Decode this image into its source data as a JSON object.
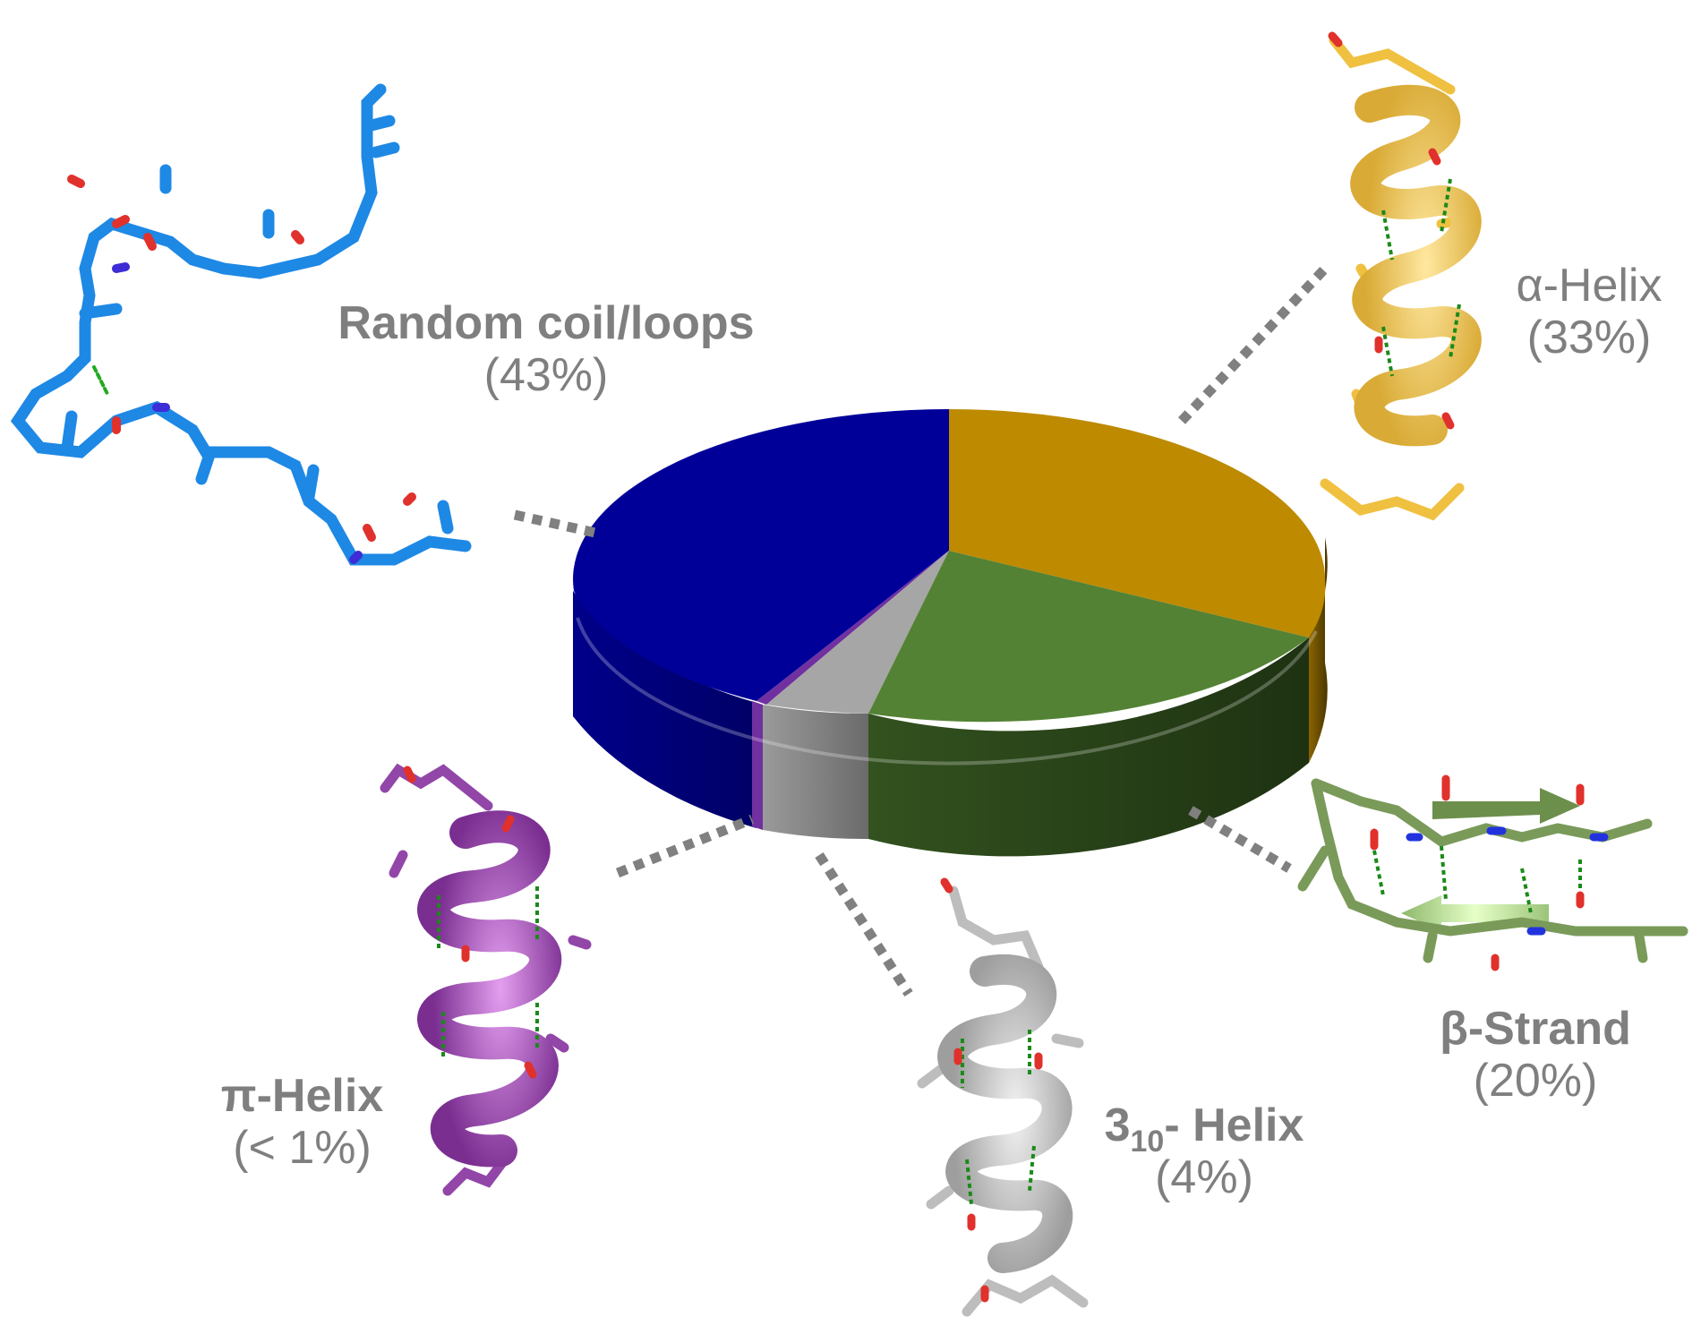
{
  "chart_data": {
    "type": "pie",
    "style": "3d",
    "title": "",
    "categories": [
      "Random coil/loops",
      "α-Helix",
      "β-Strand",
      "3₁₀-Helix",
      "π-Helix"
    ],
    "values": [
      43,
      33,
      20,
      4,
      0.5
    ],
    "value_labels": [
      "(43%)",
      "(33%)",
      "(20%)",
      "(4%)",
      "(< 1%)"
    ],
    "colors": [
      "#000099",
      "#bd8a00",
      "#548235",
      "#a6a6a6",
      "#7030a0"
    ],
    "legend": "none (labels placed beside molecular structure renderings)"
  },
  "labels": {
    "coil": {
      "name": "Random coil/loops",
      "pct": "(43%)"
    },
    "alpha": {
      "name": "α-Helix",
      "pct": "(33%)"
    },
    "beta": {
      "name": "β-Strand",
      "pct": "(20%)"
    },
    "three10": {
      "name_main": "3",
      "name_sub": "10",
      "name_rest": "- Helix",
      "pct": "(4%)"
    },
    "pi": {
      "name": "π-Helix",
      "pct": "(< 1%)"
    }
  },
  "structures": {
    "coil": {
      "color": "#1e88e5",
      "label": "random-coil-stick-model"
    },
    "alpha": {
      "color": "#f5cc5a",
      "label": "alpha-helix-ribbon-model"
    },
    "beta": {
      "color": "#7a9a5a",
      "label": "beta-strand-model"
    },
    "three10": {
      "color": "#bdbdbd",
      "label": "3-10-helix-ribbon-model"
    },
    "pi": {
      "color": "#9246a8",
      "label": "pi-helix-ribbon-model"
    }
  }
}
